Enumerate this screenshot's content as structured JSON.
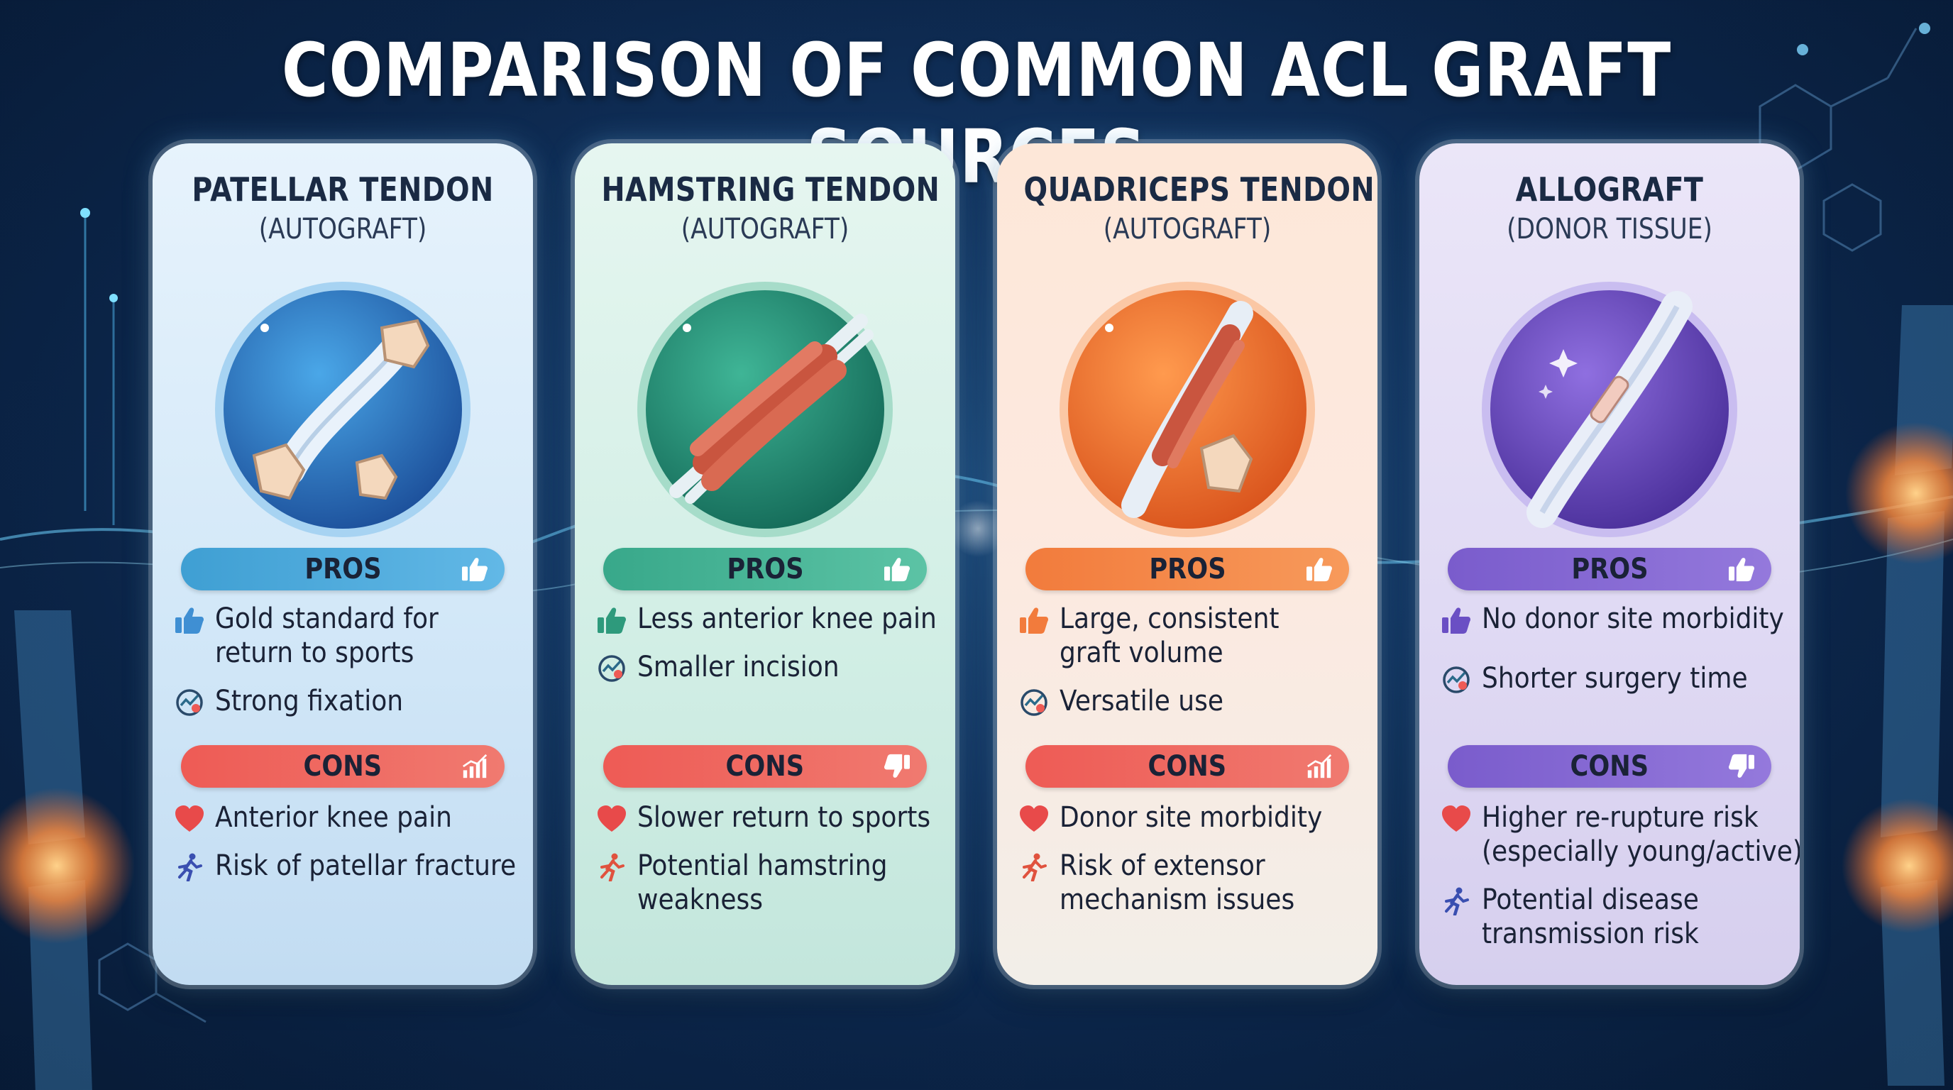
{
  "title": "COMPARISON OF COMMON ACL GRAFT SOURCES",
  "colors": {
    "blue": "#3f9fd3",
    "green": "#38a88a",
    "orange": "#f27b3c",
    "purple": "#7a5ccc",
    "cons_red": "#ee5b55"
  },
  "cards": [
    {
      "name": "PATELLAR TENDON",
      "subtitle": "(AUTOGRAFT)",
      "pros_label": "PROS",
      "cons_label": "CONS",
      "pros": [
        {
          "text": "Gold standard for",
          "text2": "return to sports",
          "icon": "thumbs-up-icon"
        },
        {
          "text": "Strong fixation",
          "icon": "chart-check-icon"
        }
      ],
      "cons": [
        {
          "text": "Anterior knee pain",
          "icon": "heart-icon"
        },
        {
          "text": "Risk of patellar fracture",
          "icon": "runner-icon"
        }
      ]
    },
    {
      "name": "HAMSTRING TENDON",
      "subtitle": "(AUTOGRAFT)",
      "pros_label": "PROS",
      "cons_label": "CONS",
      "pros": [
        {
          "text": "Less anterior knee pain",
          "icon": "thumbs-up-icon"
        },
        {
          "text": "Smaller incision",
          "icon": "chart-check-icon"
        }
      ],
      "cons": [
        {
          "text": "Slower return to sports",
          "icon": "heart-icon"
        },
        {
          "text": "Potential hamstring",
          "text2": "weakness",
          "icon": "runner-icon"
        }
      ]
    },
    {
      "name": "QUADRICEPS TENDON",
      "subtitle": "(AUTOGRAFT)",
      "pros_label": "PROS",
      "cons_label": "CONS",
      "pros": [
        {
          "text": "Large, consistent",
          "text2": "graft volume",
          "icon": "thumbs-up-icon"
        },
        {
          "text": "Versatile use",
          "icon": "chart-check-icon"
        }
      ],
      "cons": [
        {
          "text": "Donor site morbidity",
          "icon": "heart-icon"
        },
        {
          "text": "Risk of extensor",
          "text2": "mechanism issues",
          "icon": "runner-icon"
        }
      ]
    },
    {
      "name": "ALLOGRAFT",
      "subtitle": "(DONOR TISSUE)",
      "pros_label": "PROS",
      "cons_label": "CONS",
      "pros": [
        {
          "text": "No donor site morbidity",
          "icon": "thumbs-up-icon"
        },
        {
          "text": "Shorter surgery time",
          "icon": "chart-check-icon"
        }
      ],
      "cons": [
        {
          "text": "Higher re-rupture risk",
          "text2": "(especially young/active)",
          "icon": "heart-icon"
        },
        {
          "text": "Potential disease",
          "text2": "transmission risk",
          "icon": "runner-icon"
        }
      ]
    }
  ]
}
